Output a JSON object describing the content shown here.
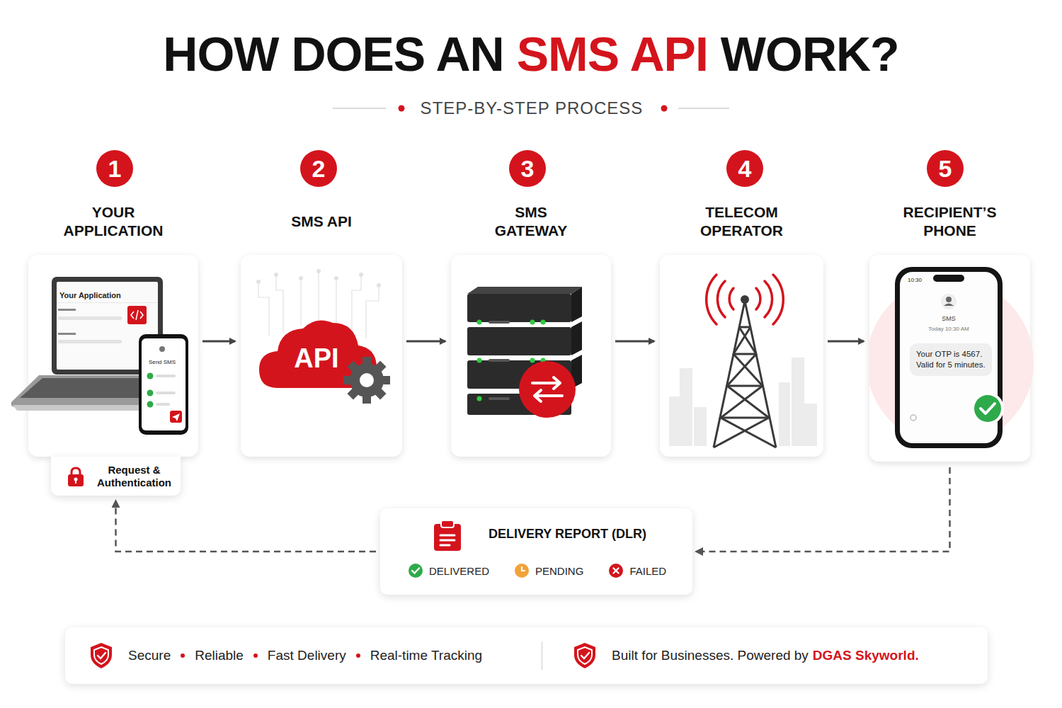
{
  "diagram": {
    "nodes": [
      {
        "text": [
          "YOUR APPLICATION"
        ]
      },
      {
        "text": [
          "SMS API"
        ]
      },
      {
        "text": [
          "SMS GATEWAY"
        ]
      },
      {
        "text": [
          "TELECOM OPERATOR"
        ]
      },
      {
        "text": [
          "RECIPIENT’S PHONE"
        ]
      },
      {
        "text": [
          "Request & Authentication"
        ]
      },
      {
        "text": [
          "DELIVERY REPORT (DLR)",
          "DELIVERED",
          "PENDING",
          "FAILED"
        ]
      },
      {
        "text": [
          "Your OTP is 4567. Valid for 5 minutes."
        ],
        "in": 4
      },
      {
        "text": [
          "Secure",
          "Reliable",
          "Fast Delivery",
          "Real-time Tracking",
          "Built for Businesses. Powered by",
          "DGAS Skyworld."
        ]
      }
    ],
    "edges": [
      {
        "from": 0,
        "to": 1,
        "arrow": "to"
      },
      {
        "from": 1,
        "to": 2,
        "arrow": "to"
      },
      {
        "from": 2,
        "to": 3,
        "arrow": "to"
      },
      {
        "from": 3,
        "to": 4,
        "arrow": "to"
      },
      {
        "from": 4,
        "to": 6,
        "arrow": "to"
      },
      {
        "from": 6,
        "to": 5,
        "arrow": "to"
      }
    ],
    "labels": [
      "HOW DOES AN",
      "SMS API",
      "WORK?",
      "STEP-BY-STEP PROCESS",
      "1",
      "2",
      "3",
      "4",
      "5",
      "Your Application",
      "Send SMS",
      "API",
      "10:30",
      "SMS",
      "Today 10:30 AM"
    ]
  }
}
